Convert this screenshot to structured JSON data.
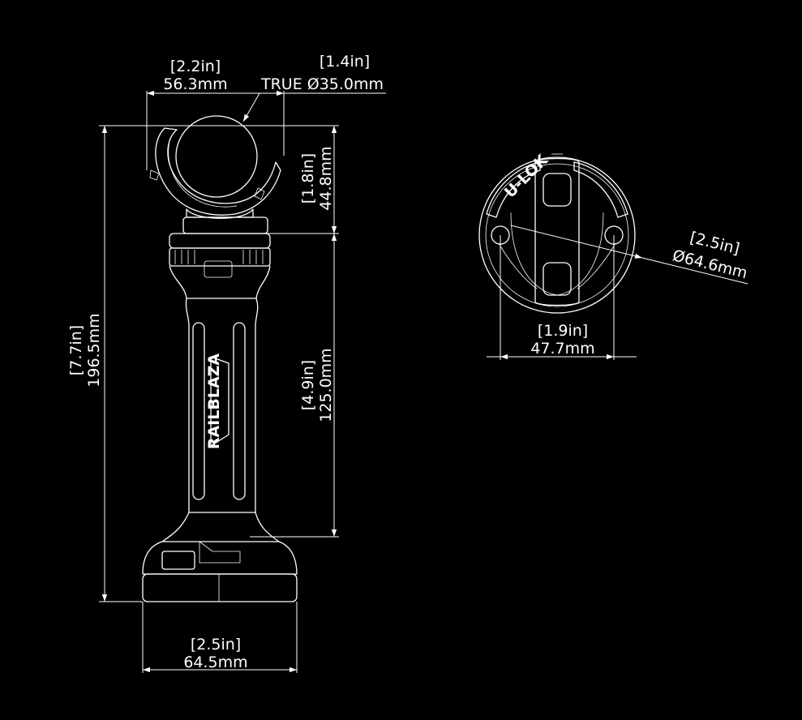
{
  "dimensions": {
    "jaw_width": {
      "inch": "[2.2in]",
      "mm": "56.3mm"
    },
    "true_diameter": {
      "inch": "[1.4in]",
      "prefix": "TRUE ",
      "mm": "Ø35.0mm"
    },
    "clamp_height": {
      "inch": "[1.8in]",
      "mm": "44.8mm"
    },
    "overall_height": {
      "inch": "[7.7in]",
      "mm": "196.5mm"
    },
    "shaft_height": {
      "inch": "[4.9in]",
      "mm": "125.0mm"
    },
    "base_width": {
      "inch": "[2.5in]",
      "mm": "64.5mm"
    },
    "base_diameter": {
      "inch": "[2.5in]",
      "mm": "Ø64.6mm"
    },
    "mount_spacing": {
      "inch": "[1.9in]",
      "mm": "47.7mm"
    }
  },
  "branding": {
    "logo": "RAILBLAZA",
    "base_mark": "U-LOK"
  },
  "colors": {
    "background": "#000000",
    "line": "#ffffff"
  }
}
